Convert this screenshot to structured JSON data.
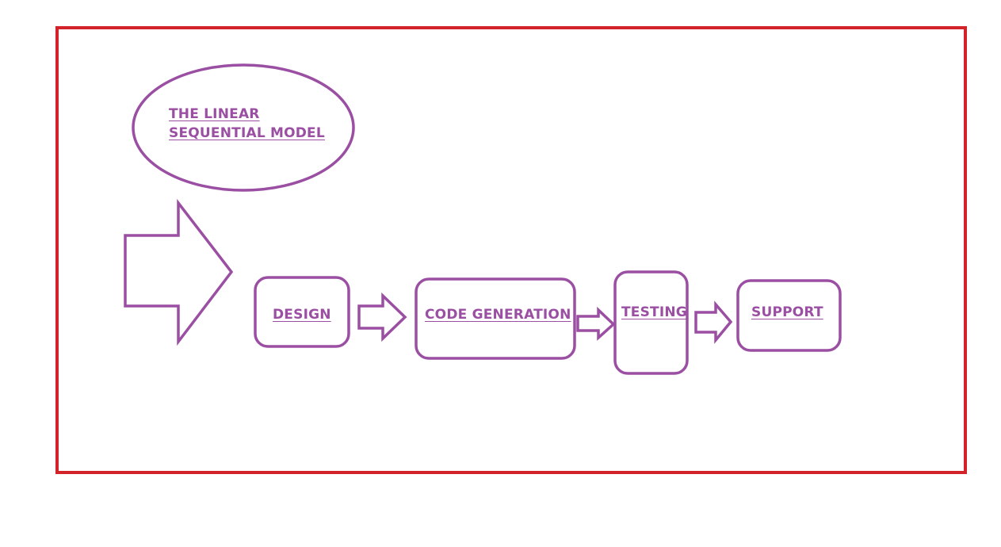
{
  "diagram": {
    "title_line1": "THE LINEAR",
    "title_line2": "SEQUENTIAL MODEL",
    "steps": [
      {
        "label": "DESIGN"
      },
      {
        "label": "CODE GENERATION"
      },
      {
        "label": "TESTING"
      },
      {
        "label": "SUPPORT"
      }
    ]
  },
  "colors": {
    "frame": "#d2232a",
    "shape": "#9b4fa3",
    "text": "#9b4fa3",
    "background": "#ffffff"
  }
}
